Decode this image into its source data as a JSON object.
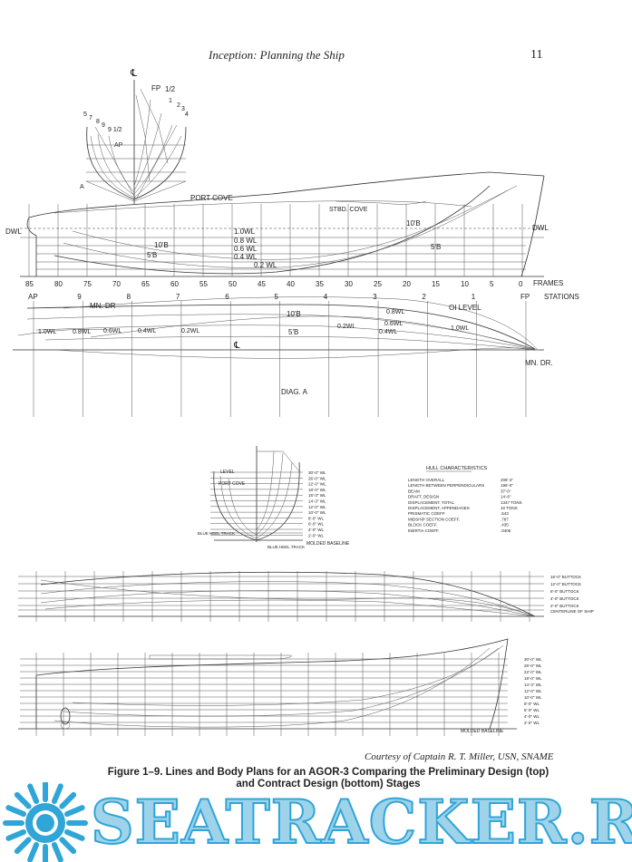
{
  "header": {
    "running_head": "Inception: Planning the Ship",
    "page_number": "11"
  },
  "top_body_plan": {
    "centerline_mark": "℄",
    "labels": [
      "FP",
      "1/2",
      "1",
      "2",
      "3",
      "4",
      "5",
      "5",
      "7",
      "8",
      "9",
      "9 1/2",
      "AP",
      "A"
    ]
  },
  "top_profile": {
    "labels": {
      "port_cove": "PORT COVE",
      "stbd_cove": "STBD. COVE",
      "dwl_left": "DWL",
      "dwl_right": "DWL",
      "wl_10": "1.0WL",
      "wl_08": "0.8 WL",
      "wl_06": "0.6 WL",
      "wl_04": "0.4 WL",
      "wl_02": "0.2 WL",
      "b10_left": "10'B",
      "b5_left": "5'B",
      "b10_right": "10'B",
      "b5_right": "5'B"
    },
    "frames": [
      "85",
      "80",
      "75",
      "70",
      "65",
      "60",
      "55",
      "50",
      "45",
      "40",
      "35",
      "30",
      "25",
      "20",
      "15",
      "10",
      "5",
      "0"
    ],
    "frames_label": "FRAMES"
  },
  "top_half_breadth": {
    "stations": [
      "AP",
      "9",
      "8",
      "7",
      "6",
      "5",
      "4",
      "3",
      "2",
      "1",
      "FP"
    ],
    "stations_label": "STATIONS",
    "labels": {
      "mn_dr_left": "MN. DR",
      "mn_dr_right": "MN. DR.",
      "oi_level": "OI LEVEL",
      "centerline": "℄",
      "diag_a": "DIAG. A",
      "wl_10": "1.0WL",
      "wl_08": "0.8WL",
      "wl_06": "0.6WL",
      "wl_04": "0.4WL",
      "wl_02": "0.2WL",
      "b10": "10'B",
      "b5": "5'B",
      "r_08": "0.8WL",
      "r_06": "0.6WL",
      "r_04": "0.4WL",
      "r_10": "1.0WL"
    }
  },
  "bottom_body_plan": {
    "waterlines": [
      "30'-0\" WL",
      "26'-0\" WL",
      "22'-0\" WL",
      "18'-0\" WL",
      "16'-3\" WL",
      "14'-3\" WL",
      "12'-0\" WL",
      "10'-0\" WL",
      "8'-0\" WL",
      "6'-0\" WL",
      "4'-0\" WL",
      "2'-0\" WL"
    ],
    "labels": {
      "level": "LEVEL",
      "port_cove": "PORT COVE",
      "molded_baseline": "MOLDED BASELINE",
      "blue_heel_left": "BLUE HEEL TRACK",
      "blue_heel_right": "BLUE HEEL TRACK"
    }
  },
  "hull_characteristics": {
    "title": "HULL CHARACTERISTICS",
    "rows": [
      {
        "label": "LENGTH OVERALL",
        "value": "208'-4\""
      },
      {
        "label": "LENGTH BETWEEN PERPENDICULARS",
        "value": "196'-0\""
      },
      {
        "label": "BEAM",
        "value": "37'-0\""
      },
      {
        "label": "DRAFT, DESIGN",
        "value": "14'-6\""
      },
      {
        "label": "DISPLACEMENT, TOTAL",
        "value": "1347 TONS"
      },
      {
        "label": "DISPLACEMENT, APPENDAGES",
        "value": "10 TONS"
      },
      {
        "label": "PRISMATIC COEFF.",
        "value": ".543"
      },
      {
        "label": "MIDSHIP SECTION COEFF.",
        "value": ".787"
      },
      {
        "label": "BLOCK COEFF.",
        "value": ".435"
      },
      {
        "label": "INERTIA COEFF.",
        "value": ".0406"
      }
    ]
  },
  "bottom_half_breadth": {
    "buttocks": [
      "16'-0\" BUTTOCK",
      "12'-0\" BUTTOCK",
      "8'-0\" BUTTOCK",
      "4'-0\" BUTTOCK",
      "2'-0\" BUTTOCK",
      "CENTERLINE OF SHIP"
    ]
  },
  "bottom_profile": {
    "waterlines": [
      "30'-0\" WL",
      "26'-0\" WL",
      "22'-0\" WL",
      "18'-0\" WL",
      "14'-3\" WL",
      "12'-0\" WL",
      "10'-0\" WL",
      "8'-0\" WL",
      "6'-0\" WL",
      "4'-0\" WL",
      "2'-0\" WL"
    ],
    "baseline": "MOLDED BASELINE"
  },
  "credit": "Courtesy of Captain R. T. Miller, USN, SNAME",
  "caption": {
    "line1": "Figure 1–9. Lines and Body Plans for an AGOR-3 Comparing the Preliminary Design (top)",
    "line2": "and Contract Design (bottom) Stages"
  },
  "watermark": {
    "text": "SEATRACKER.RU",
    "color": "#9ed3ea",
    "outline": "#2fa5d8"
  }
}
